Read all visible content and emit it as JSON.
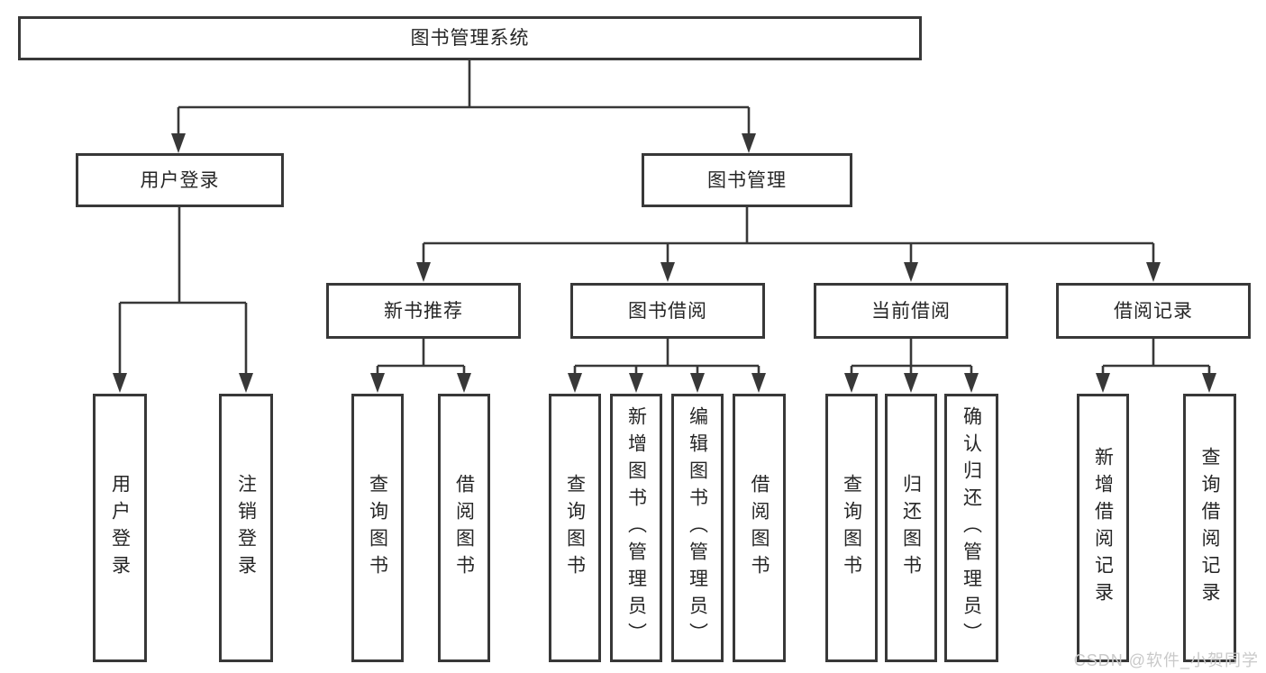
{
  "tree": {
    "root": {
      "label": "图书管理系统"
    },
    "user_login": {
      "label": "用户登录",
      "children": [
        {
          "label": "用户登录"
        },
        {
          "label": "注销登录"
        }
      ]
    },
    "book_management": {
      "label": "图书管理",
      "sections": {
        "new_books": {
          "label": "新书推荐",
          "children": [
            {
              "label": "查询图书"
            },
            {
              "label": "借阅图书"
            }
          ]
        },
        "book_borrowing": {
          "label": "图书借阅",
          "children": [
            {
              "label": "查询图书"
            },
            {
              "label": "新增图书（管理员）"
            },
            {
              "label": "编辑图书（管理员）"
            },
            {
              "label": "借阅图书"
            }
          ]
        },
        "current_borrowing": {
          "label": "当前借阅",
          "children": [
            {
              "label": "查询图书"
            },
            {
              "label": "归还图书"
            },
            {
              "label": "确认归还（管理员）"
            }
          ]
        },
        "borrowing_records": {
          "label": "借阅记录",
          "children": [
            {
              "label": "新增借阅记录"
            },
            {
              "label": "查询借阅记录"
            }
          ]
        }
      }
    }
  },
  "watermark": {
    "text": "CSDN @软件_小贺同学"
  },
  "colors": {
    "line": "#383838",
    "box_border": "#383838",
    "text": "#262626",
    "watermark": "#c9c9c9",
    "background": "#ffffff"
  }
}
